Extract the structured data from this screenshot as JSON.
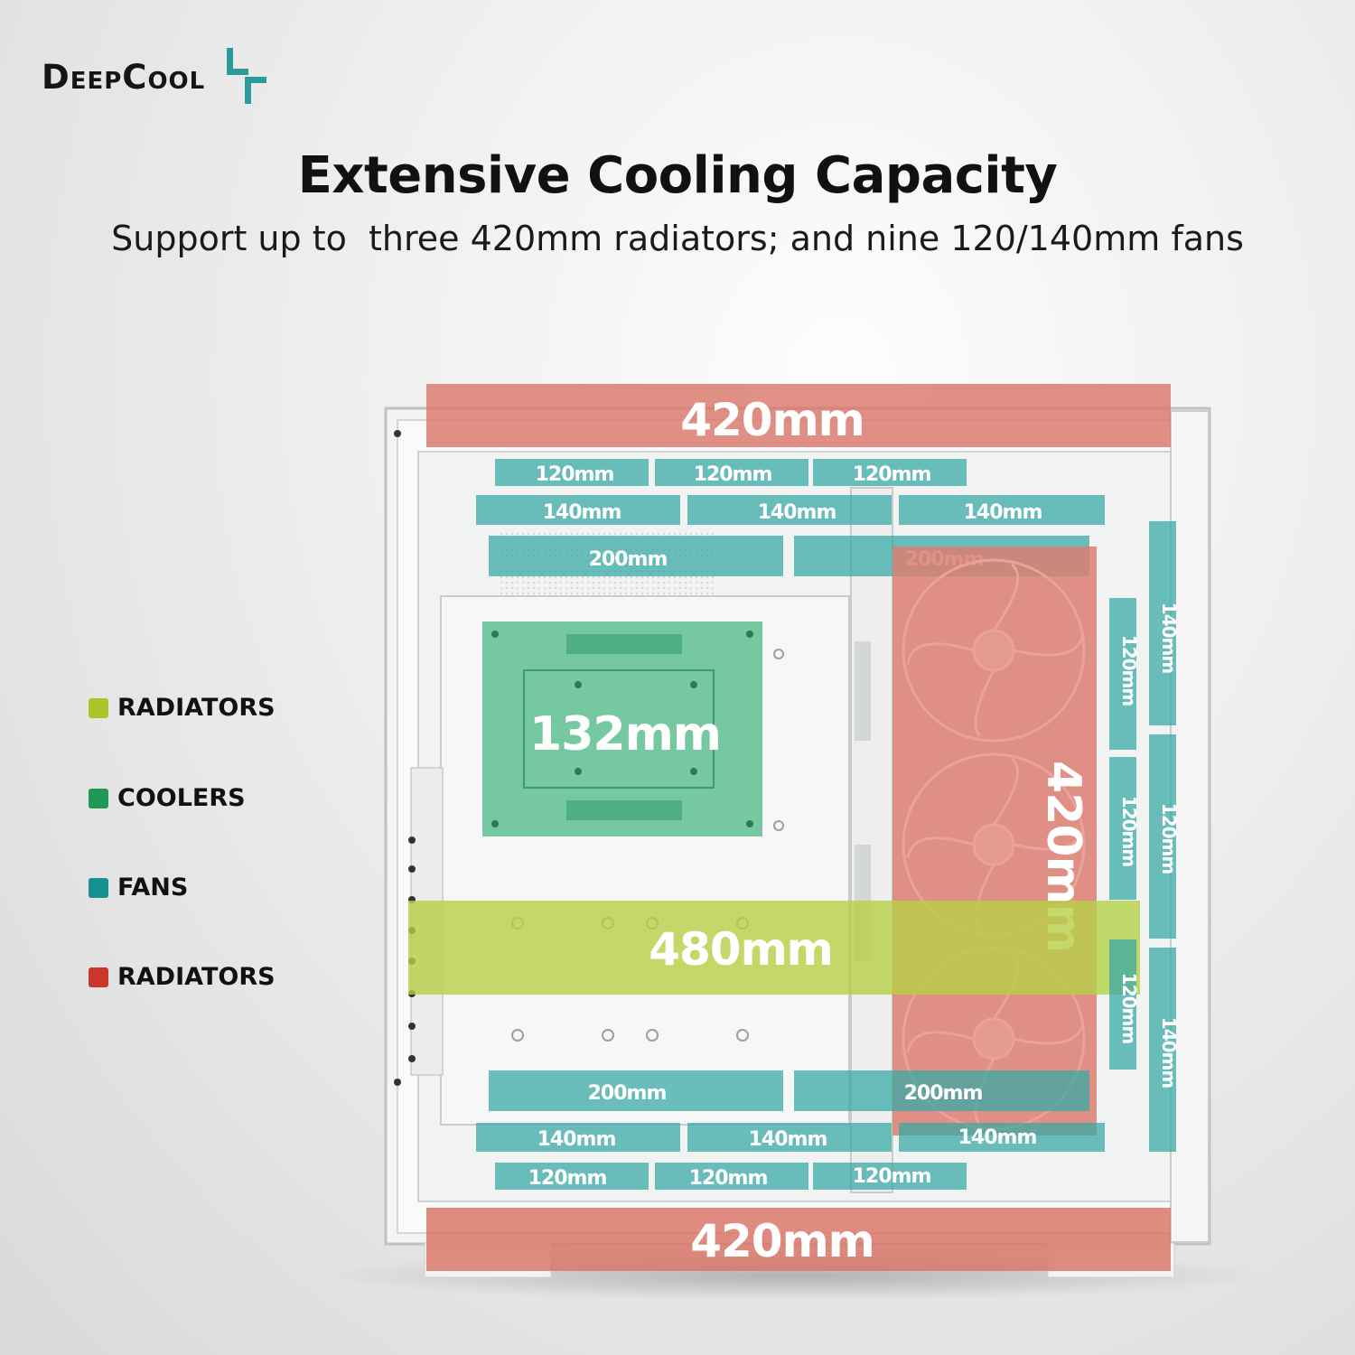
{
  "brand": {
    "name": "DeepCool",
    "logo_icon": "deepcool-mark-icon",
    "logo_color": "#2a9a9a"
  },
  "heading": "Extensive Cooling Capacity",
  "subheading": "Support up to  three 420mm radiators; and nine 120/140mm fans",
  "legend": [
    {
      "label": "RADIATORS",
      "color": "#a9c52a"
    },
    {
      "label": "COOLERS",
      "color": "#1f9a55"
    },
    {
      "label": "FANS",
      "color": "#16918f"
    },
    {
      "label": "RADIATORS",
      "color": "#c9362a"
    }
  ],
  "dimensions": {
    "top_radiator": "420mm",
    "top_fans_120": [
      "120mm",
      "120mm",
      "120mm"
    ],
    "top_fans_140": [
      "140mm",
      "140mm",
      "140mm"
    ],
    "top_fans_200": [
      "200mm",
      "200mm"
    ],
    "cooler": "132mm",
    "side_radiator": "420mm",
    "mid_radiator": "480mm",
    "side_fans_inner": [
      "120mm",
      "120mm",
      "120mm"
    ],
    "side_fans_outer": [
      "140mm",
      "120mm",
      "140mm"
    ],
    "bottom_fans_200": [
      "200mm",
      "200mm"
    ],
    "bottom_fans_140": [
      "140mm",
      "140mm",
      "140mm"
    ],
    "bottom_fans_120": [
      "120mm",
      "120mm",
      "120mm"
    ],
    "bottom_radiator": "420mm"
  }
}
